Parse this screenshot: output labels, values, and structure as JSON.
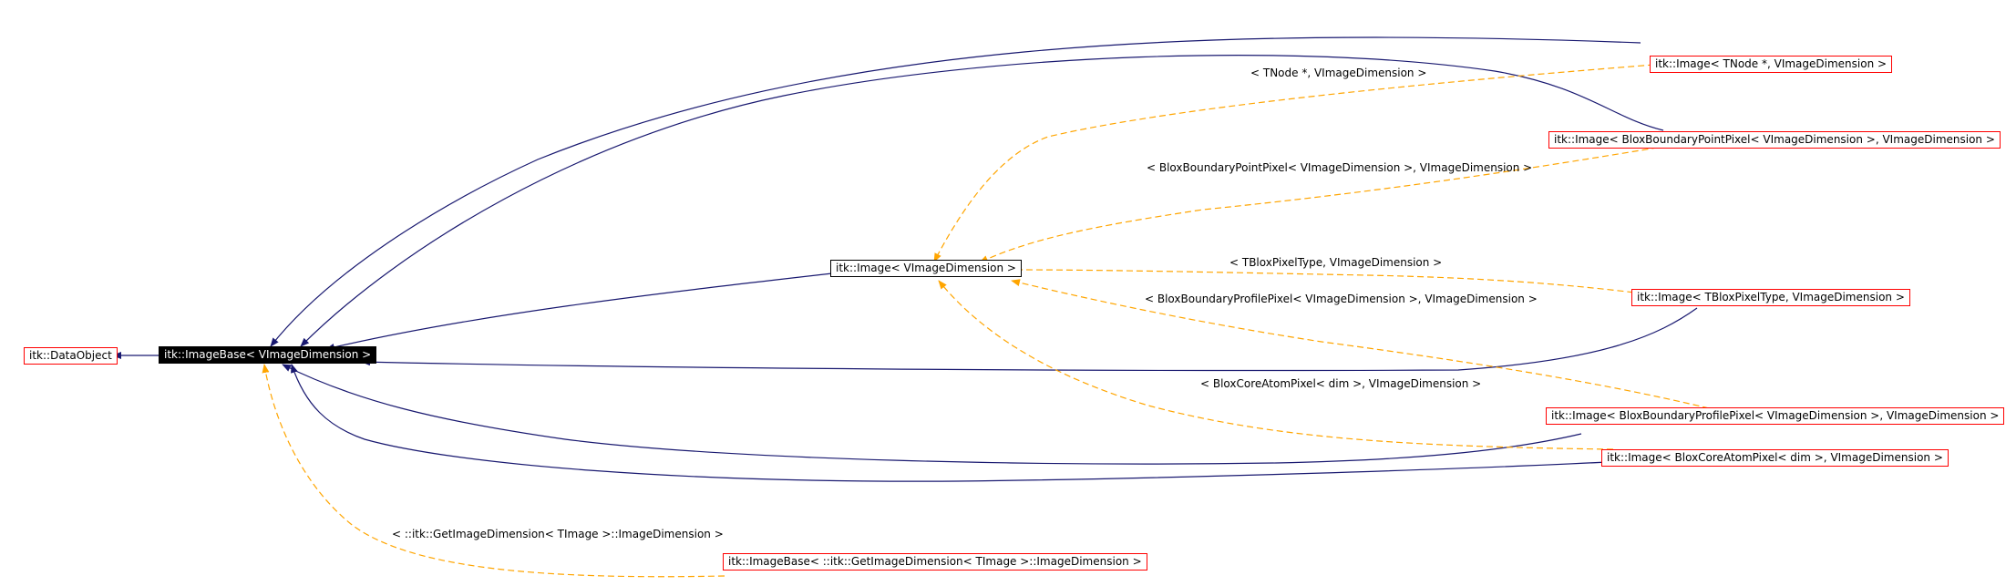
{
  "colors": {
    "inheritance_edge": "#191970",
    "template_edge": "#ffa500",
    "node_border": "#ff0000",
    "focus_fill": "#000000"
  },
  "nodes": {
    "data_object": "itk::DataObject",
    "image_base": "itk::ImageBase< VImageDimension >",
    "image_vdim": "itk::Image< VImageDimension >",
    "image_tnode": "itk::Image< TNode *, VImageDimension >",
    "image_bbpp": "itk::Image< BloxBoundaryPointPixel< VImageDimension >, VImageDimension >",
    "image_tblox": "itk::Image< TBloxPixelType, VImageDimension >",
    "image_bbprof": "itk::Image< BloxBoundaryProfilePixel< VImageDimension >, VImageDimension >",
    "image_bcap": "itk::Image< BloxCoreAtomPixel< dim >, VImageDimension >",
    "imagebase_getdim": "itk::ImageBase< ::itk::GetImageDimension< TImage >::ImageDimension >"
  },
  "edge_labels": {
    "tnode": "< TNode *, VImageDimension >",
    "bbpp": "< BloxBoundaryPointPixel< VImageDimension >, VImageDimension >",
    "tblox": "< TBloxPixelType, VImageDimension >",
    "bbprof": "< BloxBoundaryProfilePixel< VImageDimension >, VImageDimension >",
    "bcap": "< BloxCoreAtomPixel< dim >, VImageDimension >",
    "getdim": "< ::itk::GetImageDimension< TImage >::ImageDimension >"
  }
}
